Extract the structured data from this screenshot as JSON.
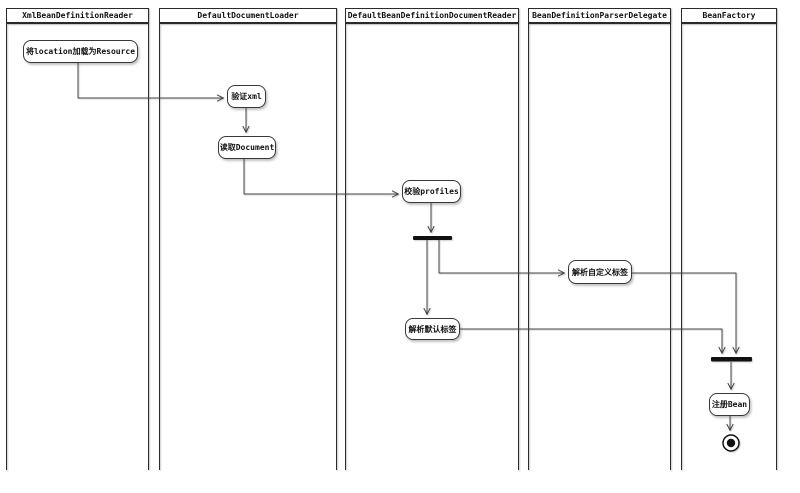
{
  "lanes": [
    {
      "label": "XmlBeanDefinitionReader"
    },
    {
      "label": "DefaultDocumentLoader"
    },
    {
      "label": "DefaultBeanDefinitionDocumentReader"
    },
    {
      "label": "BeanDefinitionParserDelegate"
    },
    {
      "label": "BeanFactory"
    }
  ],
  "activities": [
    {
      "label": "将location加载为Resource"
    },
    {
      "label": "验证xml"
    },
    {
      "label": "读取Document"
    },
    {
      "label": "校验profiles"
    },
    {
      "label": "解析自定义标签"
    },
    {
      "label": "解析默认标签"
    },
    {
      "label": "注册Bean"
    }
  ],
  "colors": {
    "line": "#444444",
    "bar": "#111111",
    "lane_border": "#2a2a2a",
    "node_fill": "#ffffff",
    "background": "#ffffff"
  }
}
